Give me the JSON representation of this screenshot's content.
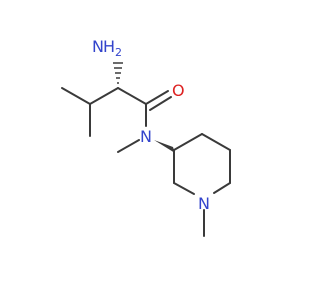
{
  "molecule": {
    "atoms": {
      "amine": {
        "symbol": "N",
        "hydrogen": "H",
        "h_count": "2",
        "color": "#3344cc"
      },
      "carbonyl_oxygen": {
        "symbol": "O",
        "color": "#dd2222"
      },
      "amide_nitrogen": {
        "symbol": "N",
        "color": "#3344cc"
      },
      "ring_nitrogen": {
        "symbol": "N",
        "color": "#3344cc"
      }
    },
    "bond_color": "#3a3a3a"
  }
}
